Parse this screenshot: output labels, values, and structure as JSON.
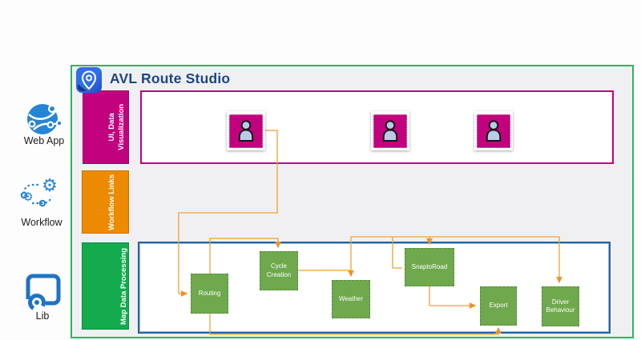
{
  "app": {
    "title": "AVL Route Studio",
    "logo_icon": "map-pin-icon"
  },
  "sidebar": {
    "items": [
      {
        "label": "Web App",
        "icon": "web-app-globe-icon"
      },
      {
        "label": "Workflow",
        "icon": "workflow-gears-icon"
      },
      {
        "label": "Lib",
        "icon": "library-icon"
      }
    ]
  },
  "sections": [
    {
      "label": "UI, Data Visualization",
      "color": "#C2017E"
    },
    {
      "label": "Workflow Links",
      "color": "#ED8B00"
    },
    {
      "label": "Map Data Processing",
      "color": "#13AB4D"
    }
  ],
  "ui_lane": {
    "users": [
      {
        "icon": "user-icon"
      },
      {
        "icon": "user-icon"
      },
      {
        "icon": "user-icon"
      }
    ]
  },
  "processing_lane": {
    "nodes": [
      {
        "id": "routing",
        "label": "Routing"
      },
      {
        "id": "cycle-creation",
        "label": "Cycle Creation"
      },
      {
        "id": "weather",
        "label": "Weather"
      },
      {
        "id": "snaptoroad",
        "label": "SnaptoRoad"
      },
      {
        "id": "export",
        "label": "Export"
      },
      {
        "id": "driver-behaviour",
        "label": "Driver Behaviour"
      }
    ],
    "edges": [
      {
        "from": "user-1",
        "to": "routing"
      },
      {
        "from": "routing",
        "to": "cycle-creation"
      },
      {
        "from": "cycle-creation",
        "to": "weather"
      },
      {
        "from": "cycle-creation",
        "to": "snaptoroad"
      },
      {
        "from": "cycle-creation",
        "to": "driver-behaviour"
      },
      {
        "from": "snaptoroad",
        "to": "export"
      },
      {
        "from": "routing",
        "to": "export"
      }
    ]
  },
  "colors": {
    "container_border": "#2bb465",
    "canvas_bg": "#f0f0f2",
    "ui_box_border": "#c0017c",
    "processing_box_border": "#2264a5",
    "section_ui": "#c2017e",
    "section_workflow": "#ed8b00",
    "section_map": "#13ab4d",
    "node_fill": "#6fa84d",
    "edge": "#f0a232",
    "title": "#1c4587",
    "icon_blue": "#2584d4"
  }
}
